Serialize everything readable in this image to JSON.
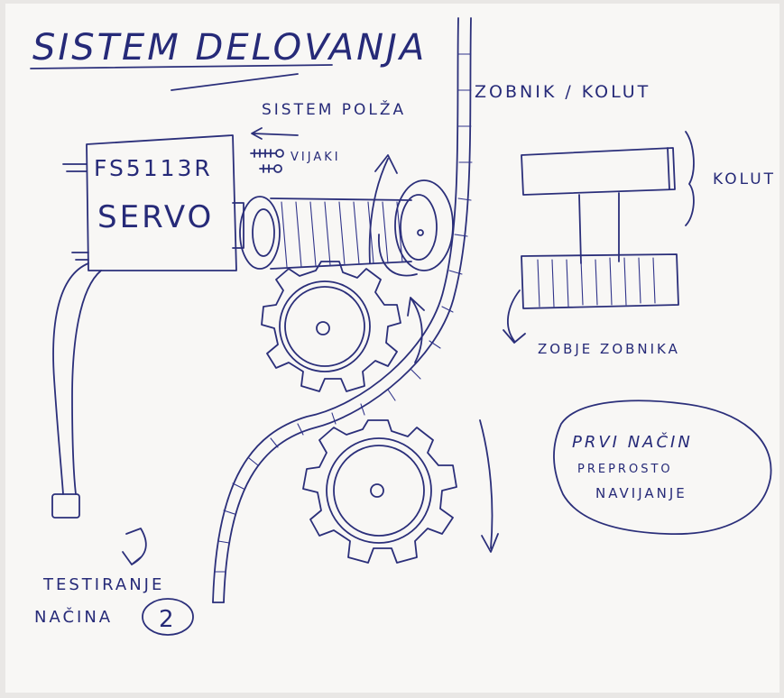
{
  "title": "SISTEM DELOVANJA",
  "labels": {
    "sistem_poleza": "SISTEM POLŽA",
    "zobnik_kolut": "ZOBNIK / KOLUT",
    "servo_model": "FS5113R",
    "servo": "SERVO",
    "vijaki": "VIJAKI",
    "kolut": "KOLUT",
    "zobje_zobnika": "ZOBJE ZOBNIKA",
    "testiranje": "TESTIRANJE",
    "nacina": "NAČINA",
    "number_two": "2"
  },
  "bubble": {
    "line1": "PRVI NAČIN",
    "line2": "PREPROSTO",
    "line3": "NAVIJANJE"
  },
  "colors": {
    "paper": "#f7f6f4",
    "ink": "#2b2f7a"
  }
}
